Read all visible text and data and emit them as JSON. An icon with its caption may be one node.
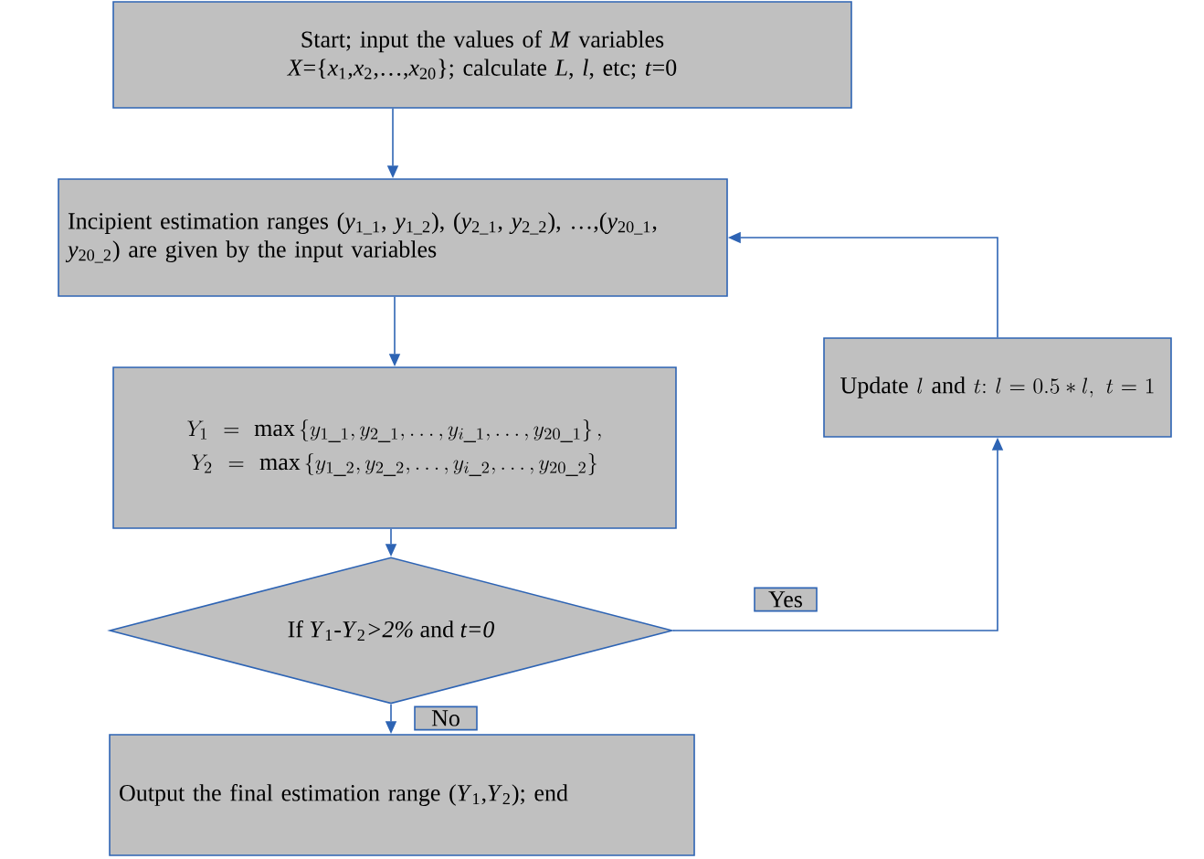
{
  "diagram": {
    "nodes": [
      {
        "text": [
          "Start; input the values of *M* variables *X*={*x*$_{1}$,*x*$_{2}$,…,*x*$_{20}$}; calculate *L*, *l*, etc; *t*=0"
        ]
      },
      {
        "text": [
          "Incipient estimation ranges (*y*$_{1_1}$, *y*$_{1_2}$), (*y*$_{2_1}$, *y*$_{2_2}$), …,(*y*$_{20_1}$, *y*$_{20_2}$) are given by the input variables"
        ]
      },
      {
        "text": [
          "Y_1=\\max\\left\\{y_{1\\_1},y_{2\\_1},\\dots,y_{i\\_1},\\dots,y_{20\\_1}\\right\\},",
          "Y_2=\\max\\left\\{y_{1\\_2},y_{2\\_2},\\dots,y_{i\\_2},\\dots,y_{20\\_2}\\right\\}"
        ]
      },
      {
        "text": [
          "If *Y*$_{1}$-*Y*$_{2}$*>2%* and *t=0*"
        ]
      },
      {
        "text": [
          "\\mathrm{Update}\\ l\\ \\mathrm{and}\\ t\\mathrm{:}\\ l=0.5*l,\\ t=1"
        ]
      },
      {
        "text": [
          "Output the final estimation range (*Y*$_{1}$,*Y*$_{2}$); end"
        ]
      }
    ],
    "edges": [
      {
        "from": 0,
        "to": 1,
        "arrow": "to"
      },
      {
        "from": 1,
        "to": 2,
        "arrow": "to"
      },
      {
        "from": 2,
        "to": 3,
        "arrow": "to"
      },
      {
        "from": 3,
        "to": 5,
        "arrow": "to",
        "label": "No"
      },
      {
        "from": 3,
        "to": 4,
        "arrow": "to",
        "label": "Yes"
      },
      {
        "from": 4,
        "to": 1,
        "arrow": "to"
      }
    ]
  }
}
